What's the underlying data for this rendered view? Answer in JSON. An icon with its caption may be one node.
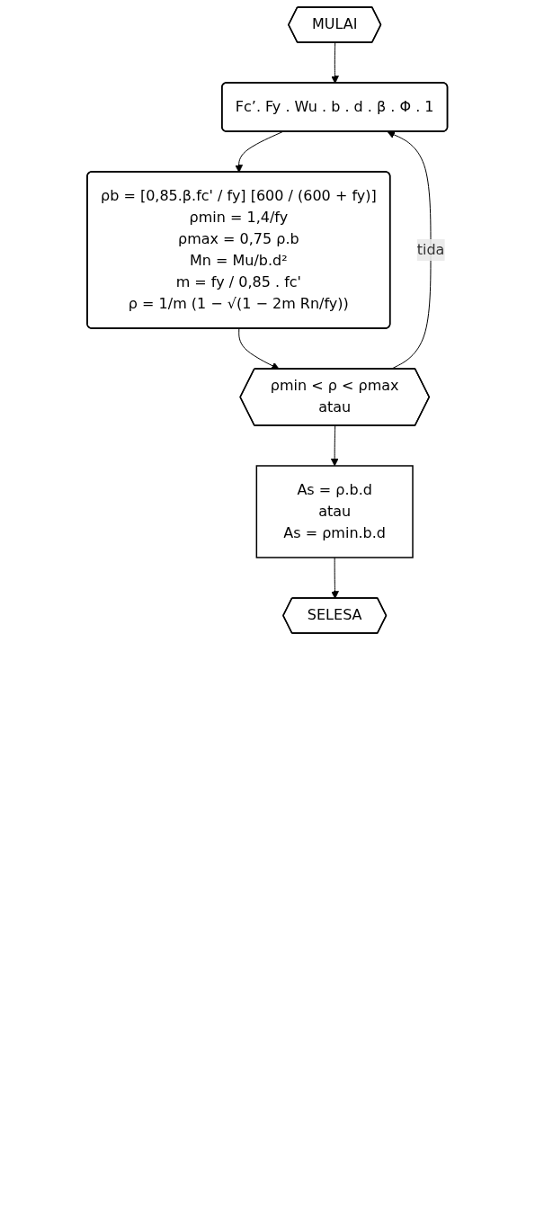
{
  "diagram": {
    "nodes": [
      {
        "text": [
          "MULAI"
        ]
      },
      {
        "text": [
          "Fc’. Fy . Wu . b . d . β . Φ . 1"
        ]
      },
      {
        "text": [
          "ρb = [0,85.β.fc' / fy] [600 / (600 + fy)]",
          "ρmin = 1,4/fy",
          "ρmax = 0,75 ρ.b",
          "Mn = Mu/b.d²",
          "m = fy / 0,85 . fc'",
          "ρ = 1/m (1 − √(1 − 2m Rn/fy))"
        ]
      },
      {
        "text": [
          "ρmin < ρ < ρmax",
          "atau"
        ]
      },
      {
        "text": [
          "As = ρ.b.d",
          "atau",
          "As = ρmin.b.d"
        ]
      },
      {
        "text": [
          "SELESA"
        ]
      }
    ],
    "edges": [
      {
        "from": 0,
        "to": 1,
        "arrow": "to"
      },
      {
        "from": 1,
        "to": 2,
        "arrow": "to"
      },
      {
        "from": 2,
        "to": 3,
        "arrow": "to"
      },
      {
        "from": 3,
        "to": 1,
        "arrow": "to",
        "label": "tida"
      },
      {
        "from": 3,
        "to": 4,
        "arrow": "to"
      },
      {
        "from": 4,
        "to": 5,
        "arrow": "to"
      }
    ]
  }
}
